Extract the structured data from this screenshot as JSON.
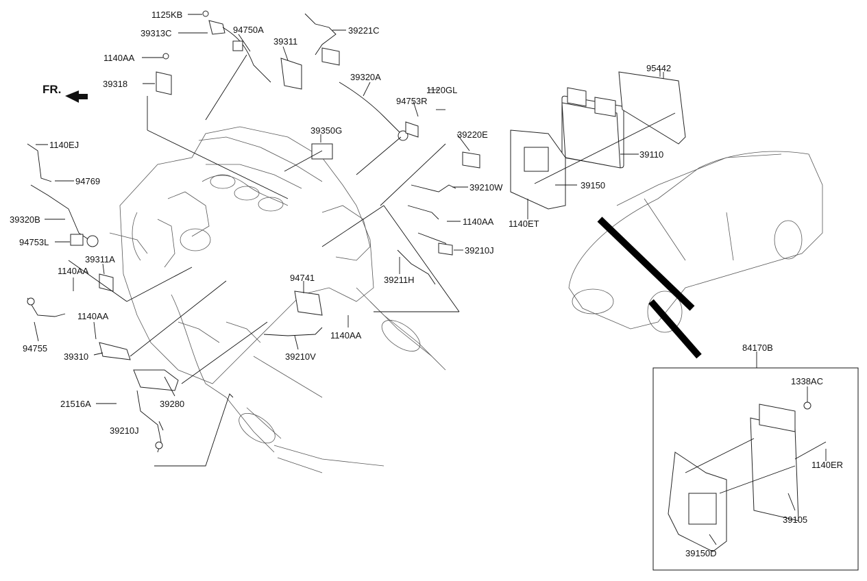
{
  "orientation_label": "FR.",
  "labels": {
    "p1125KB": "1125KB",
    "p39313C": "39313C",
    "p94750A": "94750A",
    "p39311": "39311",
    "p39221C": "39221C",
    "p1140AA_top": "1140AA",
    "p39318": "39318",
    "p39320A": "39320A",
    "p1120GL": "1120GL",
    "p94753R": "94753R",
    "p39350G": "39350G",
    "p39220E": "39220E",
    "p1140EJ": "1140EJ",
    "p94769": "94769",
    "p39210W": "39210W",
    "p39320B": "39320B",
    "p1140AA_right": "1140AA",
    "p94753L": "94753L",
    "p39210J_right": "39210J",
    "p39311A": "39311A",
    "p1140AA_left": "1140AA",
    "p39211H": "39211H",
    "p94741": "94741",
    "p1140AA_mid": "1140AA",
    "p1140AA_low": "1140AA",
    "p94755": "94755",
    "p39310": "39310",
    "p39210V": "39210V",
    "p21516A": "21516A",
    "p39280": "39280",
    "p39210J_left": "39210J",
    "p95442": "95442",
    "p39110": "39110",
    "p39150": "39150",
    "p1140ET": "1140ET",
    "p84170B": "84170B",
    "p1338AC": "1338AC",
    "p1140ER": "1140ER",
    "p39105": "39105",
    "p39150D": "39150D"
  }
}
